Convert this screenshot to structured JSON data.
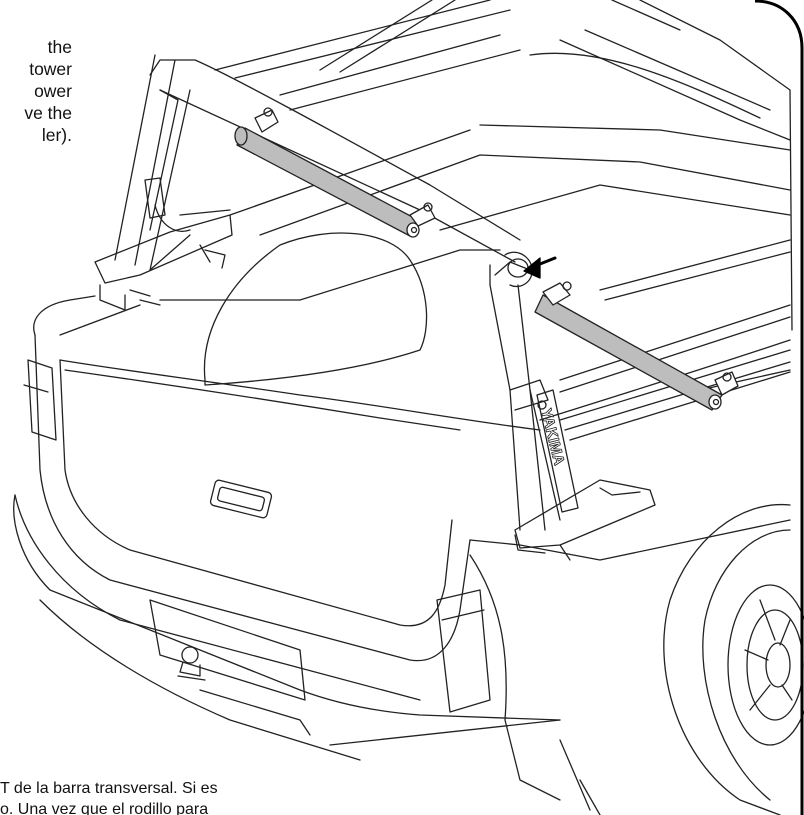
{
  "instructions_en": {
    "lines": [
      "the",
      "tower",
      "ower",
      "ve the",
      "ler)."
    ]
  },
  "instructions_es": {
    "lines": [
      "T de la barra transversal. Si es",
      "o. Una vez que el rodillo para"
    ]
  },
  "brand": {
    "tower_logo": "YAKIMA"
  },
  "colors": {
    "line": "#222222",
    "highlight_bar": "#bdbdbd",
    "frame": "#000000"
  },
  "icons": {
    "pointer": "arrow-icon"
  }
}
